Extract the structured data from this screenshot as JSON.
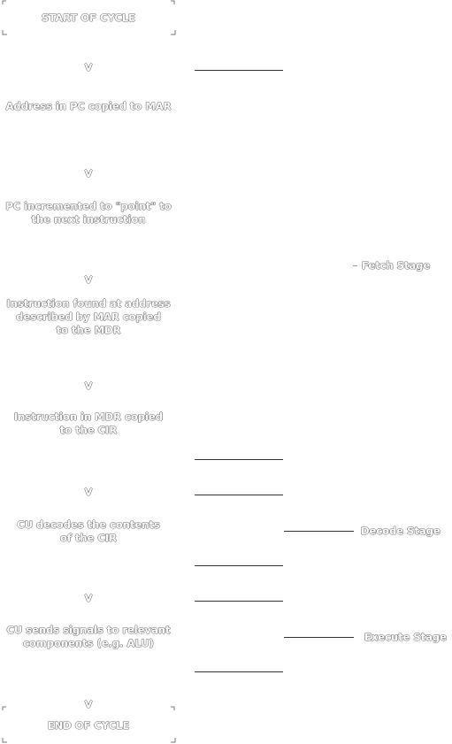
{
  "flow": {
    "start": "START OF CYCLE",
    "arrow": "V",
    "step1": "Address in PC copied to MAR",
    "step2": "PC incremented to \"point\" to\nthe next instruction",
    "step3": "Instruction found at address\ndescribed by MAR copied\nto the MDR",
    "step4": "Instruction in MDR copied\nto the CIR",
    "step5": "CU decodes the contents\nof the CIR",
    "step6": "CU sends signals to relevant\ncomponents (e.g. ALU)",
    "end": "END OF CYCLE"
  },
  "stages": {
    "fetch": "Fetch Stage",
    "decode": "Decode Stage",
    "execute": "Execute Stage"
  }
}
